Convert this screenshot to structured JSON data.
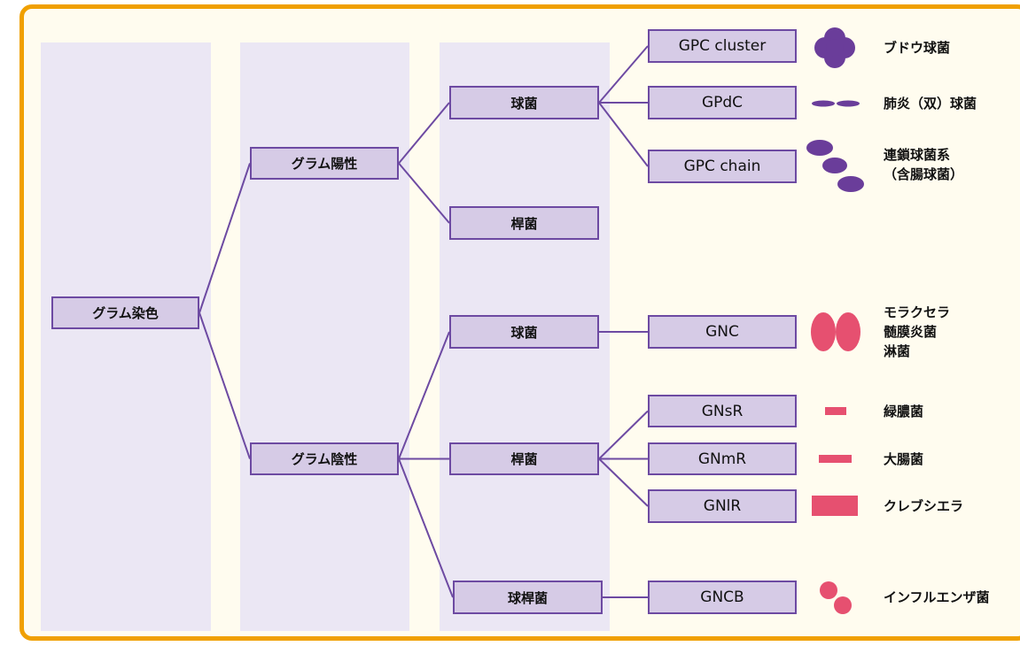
{
  "diagram": {
    "root": {
      "id": "root",
      "label": "グラム染色"
    },
    "level1": [
      {
        "id": "gp",
        "label": "グラム陽性"
      },
      {
        "id": "gn",
        "label": "グラム陰性"
      }
    ],
    "level2": [
      {
        "id": "gp_coccus",
        "label": "球菌"
      },
      {
        "id": "gp_rod",
        "label": "桿菌"
      },
      {
        "id": "gn_coccus",
        "label": "球菌"
      },
      {
        "id": "gn_rod",
        "label": "桿菌"
      },
      {
        "id": "gn_cocobacillus",
        "label": "球桿菌"
      }
    ],
    "level3": [
      {
        "id": "gpc_cluster",
        "label": "GPC cluster"
      },
      {
        "id": "gpdc",
        "label": "GPdC"
      },
      {
        "id": "gpc_chain",
        "label": "GPC chain"
      },
      {
        "id": "gnc",
        "label": "GNC"
      },
      {
        "id": "gnsr",
        "label": "GNsR"
      },
      {
        "id": "gnmr",
        "label": "GNmR"
      },
      {
        "id": "gnlr",
        "label": "GNlR"
      },
      {
        "id": "gncb",
        "label": "GNCB"
      }
    ],
    "organisms": [
      {
        "id": "staph",
        "lines": [
          "ブドウ球菌"
        ]
      },
      {
        "id": "pneumo",
        "lines": [
          "肺炎（双）球菌"
        ]
      },
      {
        "id": "strep",
        "lines": [
          "連鎖球菌系",
          "（含腸球菌）"
        ]
      },
      {
        "id": "gnc_org",
        "lines": [
          "モラクセラ",
          "髄膜炎菌",
          "淋菌"
        ]
      },
      {
        "id": "pseudo",
        "lines": [
          "緑膿菌"
        ]
      },
      {
        "id": "ecoli",
        "lines": [
          "大腸菌"
        ]
      },
      {
        "id": "kleb",
        "lines": [
          "クレブシエラ"
        ]
      },
      {
        "id": "hflu",
        "lines": [
          "インフルエンザ菌"
        ]
      }
    ],
    "edges": [
      [
        "root",
        "gp"
      ],
      [
        "root",
        "gn"
      ],
      [
        "gp",
        "gp_coccus"
      ],
      [
        "gp",
        "gp_rod"
      ],
      [
        "gn",
        "gn_coccus"
      ],
      [
        "gn",
        "gn_rod"
      ],
      [
        "gn",
        "gn_cocobacillus"
      ],
      [
        "gp_coccus",
        "gpc_cluster"
      ],
      [
        "gp_coccus",
        "gpdc"
      ],
      [
        "gp_coccus",
        "gpc_chain"
      ],
      [
        "gn_coccus",
        "gnc"
      ],
      [
        "gn_rod",
        "gnsr"
      ],
      [
        "gn_rod",
        "gnmr"
      ],
      [
        "gn_rod",
        "gnlr"
      ],
      [
        "gn_cocobacillus",
        "gncb"
      ]
    ],
    "colors": {
      "frame": "#f0a000",
      "background": "#fffcef",
      "column_band": "#ebe7f4",
      "node_fill": "#d6cbe6",
      "node_border": "#6d4aa2",
      "edge": "#6d4aa2",
      "gram_positive_shape": "#6a3d9a",
      "gram_negative_shape": "#e65070"
    },
    "icons": [
      {
        "id": "staph",
        "name": "grape-cluster-cocci-icon"
      },
      {
        "id": "pneumo",
        "name": "diplococci-icon"
      },
      {
        "id": "strep",
        "name": "chain-cocci-icon"
      },
      {
        "id": "gnc_org",
        "name": "paired-kidney-cocci-icon"
      },
      {
        "id": "pseudo",
        "name": "small-rod-icon"
      },
      {
        "id": "ecoli",
        "name": "medium-rod-icon"
      },
      {
        "id": "kleb",
        "name": "large-rod-icon"
      },
      {
        "id": "hflu",
        "name": "coccobacilli-icon"
      }
    ]
  }
}
